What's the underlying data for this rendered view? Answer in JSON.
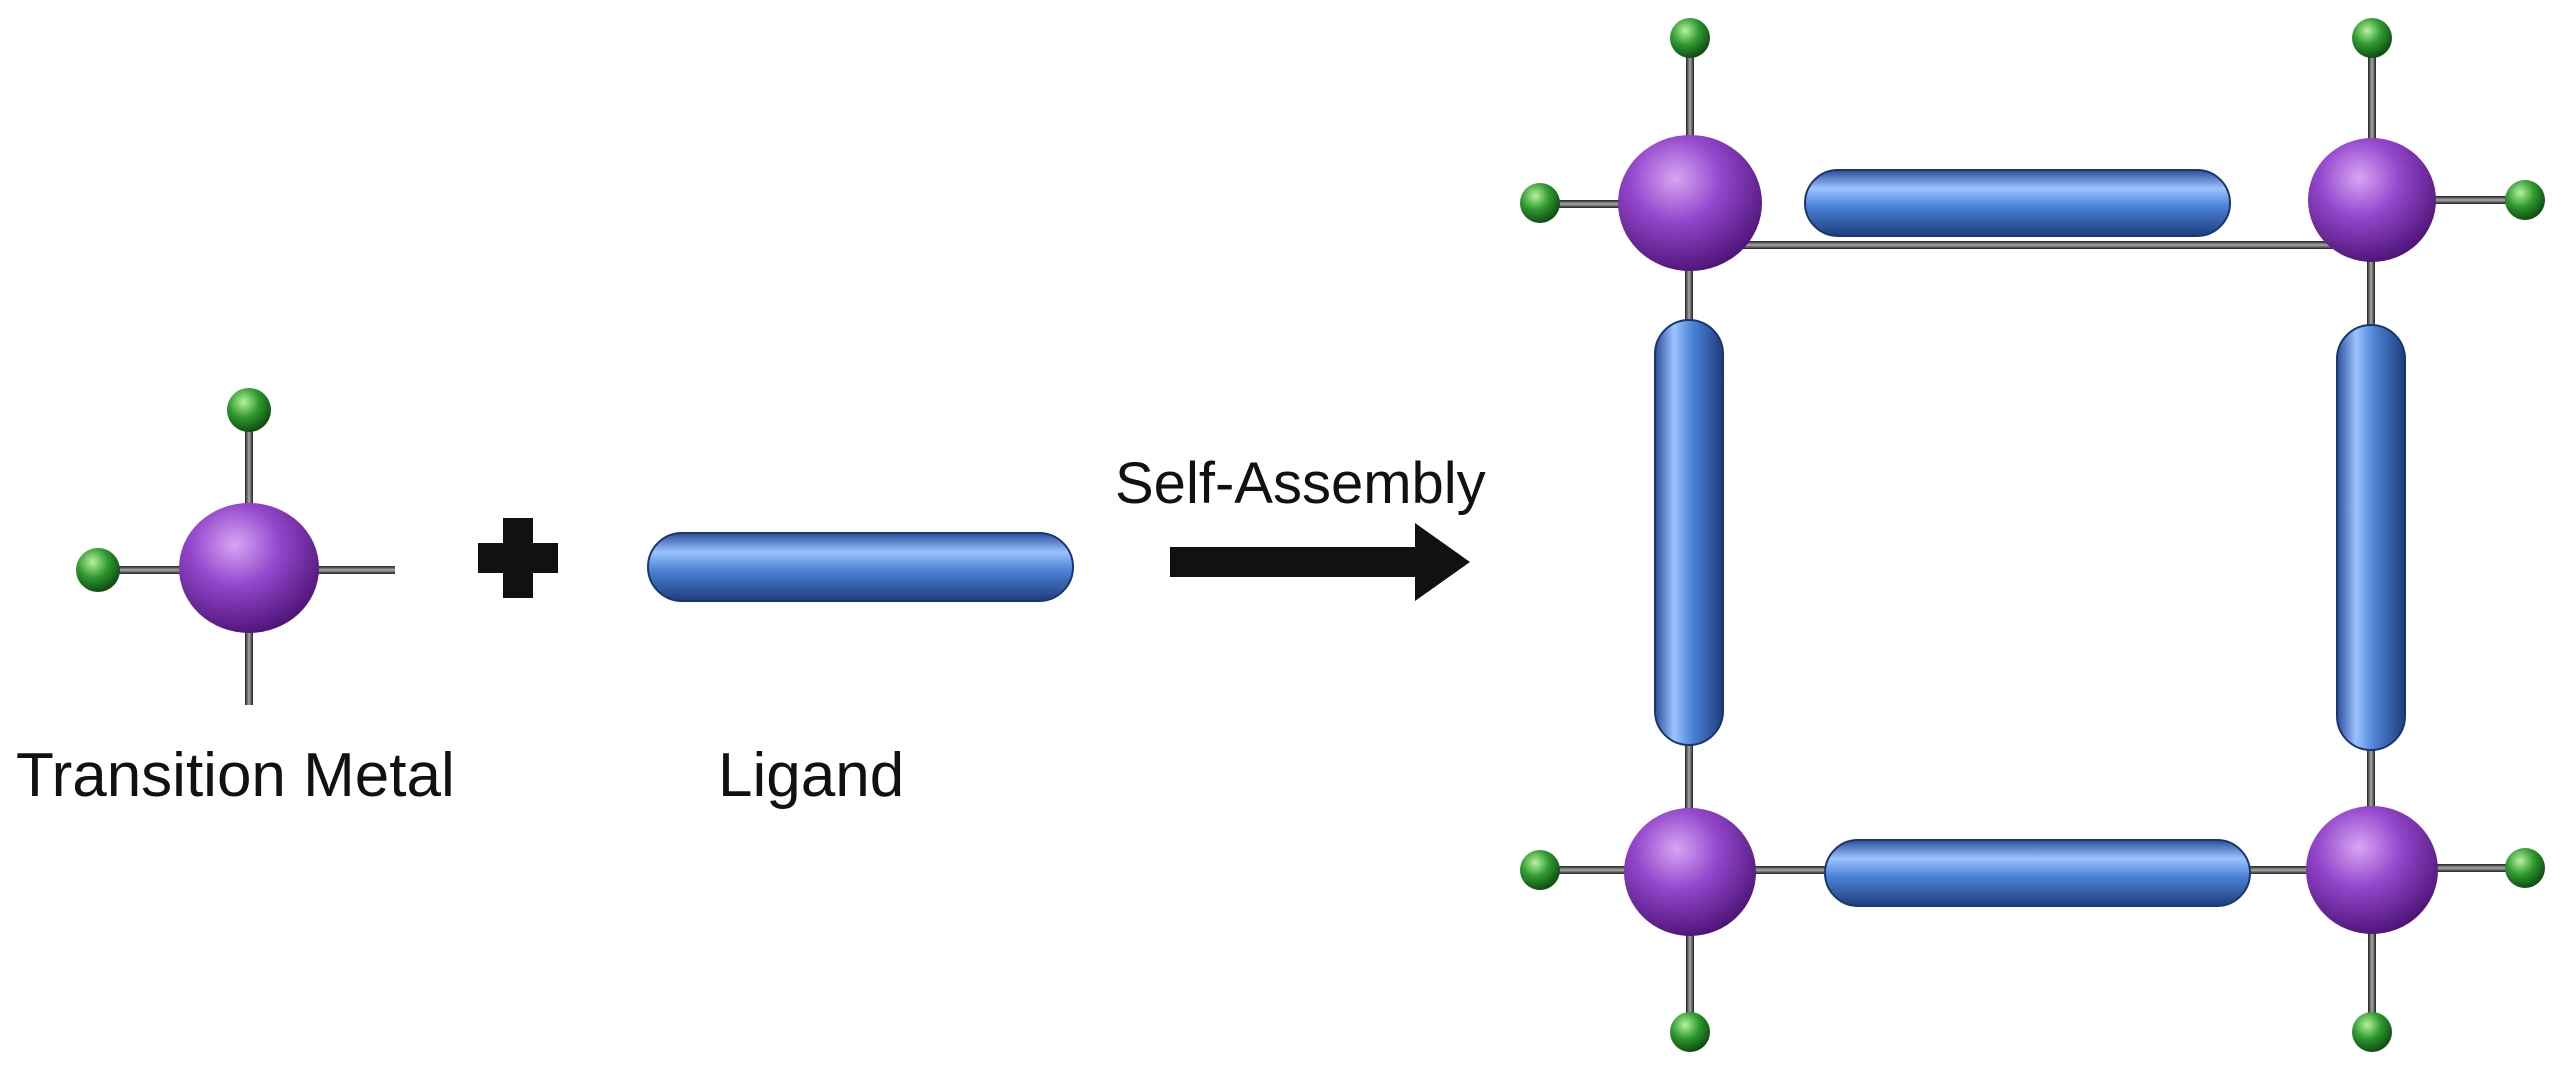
{
  "labels": {
    "metal": "Transition Metal",
    "ligand": "Ligand",
    "arrow": "Self-Assembly"
  },
  "colors": {
    "metal": "#8a3fc1",
    "ligand": "#4a82d8",
    "bound_group": "#2f9a2f",
    "bond": "#555555",
    "arrow": "#111111"
  },
  "icons": {
    "plus": "plus-icon",
    "arrow": "right-arrow-icon"
  }
}
